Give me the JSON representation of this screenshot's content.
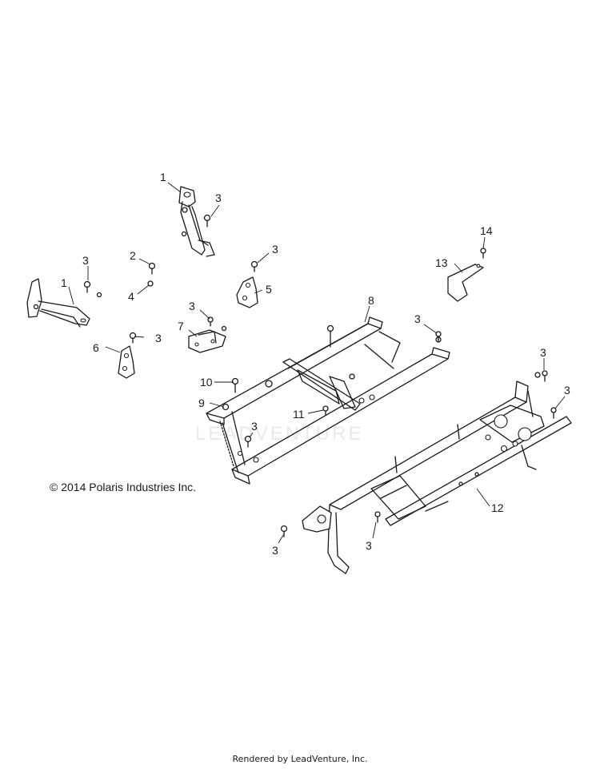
{
  "copyright": "© 2014 Polaris Industries Inc.",
  "watermark": "LEADVENTURE",
  "footer": "Rendered by LeadVenture, Inc.",
  "callouts": [
    "1",
    "3",
    "2",
    "4",
    "1",
    "3",
    "3",
    "5",
    "6",
    "7",
    "3",
    "3",
    "8",
    "3",
    "10",
    "9",
    "11",
    "3",
    "13",
    "14",
    "3",
    "3",
    "12",
    "3",
    "3"
  ]
}
